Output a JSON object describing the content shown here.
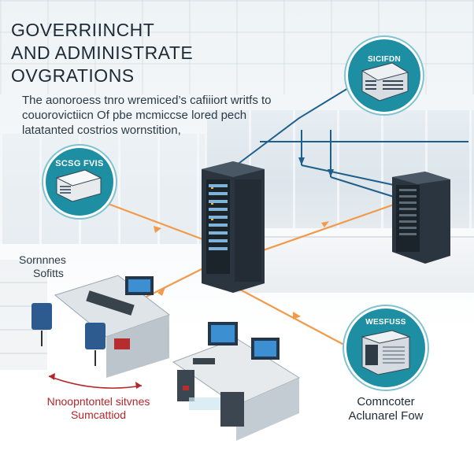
{
  "title": {
    "line1": "GOVERRIINCHT",
    "line2": "AND ADMINISTRATE",
    "line3": "OVGRATIONS"
  },
  "subtitle": {
    "line1": "The aonoroess tnro wremiced’s cafiiiort writfs to",
    "line2": "couorovictiicn  Of pbe mcmiccse lored pech",
    "line3": "latatanted costrios wornstition,"
  },
  "nodes": {
    "top_right": {
      "label": "SICIFDN",
      "icon": "server-rack-icon"
    },
    "left": {
      "label": "SCSG FVIS",
      "icon": "printer-icon"
    },
    "bottom_right": {
      "label": "WESFUSS",
      "icon": "desktop-tower-icon"
    }
  },
  "left_text": {
    "line1": "Sornnnes",
    "line2": "Sofitts"
  },
  "red_text": {
    "line1": "Nnoopntontel sitvnes",
    "line2": "Sumcattiod"
  },
  "bottom_right_text": {
    "line1": "Comncoter",
    "line2": "Aclunarel Fow"
  },
  "colors": {
    "teal": "#1e8fa3",
    "orange": "#f2994a",
    "navy_line": "#1f5f8b",
    "red": "#b3262a"
  }
}
